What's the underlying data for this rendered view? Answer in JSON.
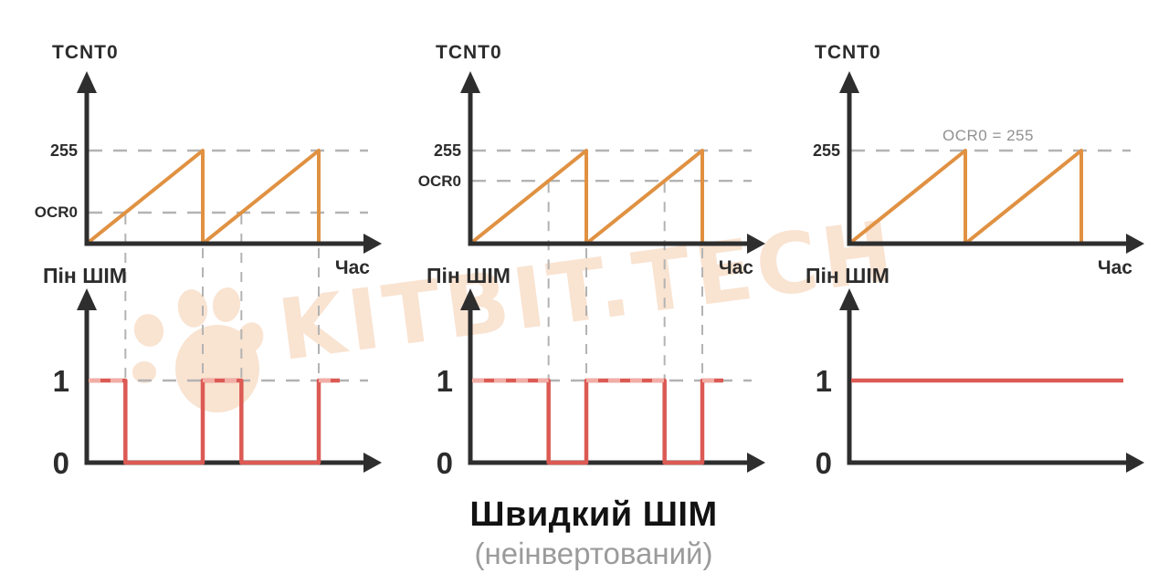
{
  "title": {
    "text": "Швидкий ШІМ",
    "subtitle": "(неінвертований)"
  },
  "watermark": {
    "text": "KITBIT.TECH",
    "icon": "paw-icon",
    "color": "#f9e3d1"
  },
  "colors": {
    "background": "#ffffff",
    "axis": "#2e2e2e",
    "sawtooth": "#e09142",
    "pwm": "#dc5a54",
    "guide": "#b3b3b3",
    "guide_on_pwm": "#f2aea6",
    "muted_label": "#909090",
    "title": "#121212",
    "subtitle": "#9b9b9b"
  },
  "labels": {
    "counter_axis": "TCNT0",
    "time_axis": "Час",
    "pwm_axis": "Пін ШІМ",
    "top_value": "255",
    "compare_value": "OCR0",
    "high_level": "1",
    "low_level": "0",
    "ocr_note": "OCR0 = 255"
  },
  "chart_data": [
    {
      "pair": "left",
      "top": {
        "type": "line",
        "waveform": "sawtooth",
        "ylabel": "TCNT0",
        "xlabel": "Час",
        "ymax": 255,
        "ocr0": 85,
        "cycles": 2,
        "gridlines": [
          "255",
          "OCR0"
        ]
      },
      "bottom": {
        "type": "line",
        "waveform": "square",
        "ylabel": "Пін ШІМ",
        "xlabel": "Час",
        "yticks": [
          "0",
          "1"
        ],
        "duty_cycle": 0.33,
        "description": "high from reset to OCR0 match, low until next reset"
      }
    },
    {
      "pair": "middle",
      "top": {
        "type": "line",
        "waveform": "sawtooth",
        "ylabel": "TCNT0",
        "xlabel": "Час",
        "ymax": 255,
        "ocr0": 172,
        "cycles": 2,
        "gridlines": [
          "255",
          "OCR0"
        ]
      },
      "bottom": {
        "type": "line",
        "waveform": "square",
        "ylabel": "Пін ШІМ",
        "xlabel": "Час",
        "yticks": [
          "0",
          "1"
        ],
        "duty_cycle": 0.67,
        "description": "wider high pulses, short low pulses"
      }
    },
    {
      "pair": "right",
      "top": {
        "type": "line",
        "waveform": "sawtooth",
        "ylabel": "TCNT0",
        "xlabel": "Час",
        "ymax": 255,
        "ocr0": 255,
        "cycles": 2,
        "annotation": "OCR0 = 255",
        "gridlines": [
          "255"
        ]
      },
      "bottom": {
        "type": "line",
        "waveform": "constant",
        "ylabel": "Пін ШІМ",
        "xlabel": "Час",
        "yticks": [
          "0",
          "1"
        ],
        "duty_cycle": 1.0,
        "description": "output constantly high at level 1"
      }
    }
  ]
}
